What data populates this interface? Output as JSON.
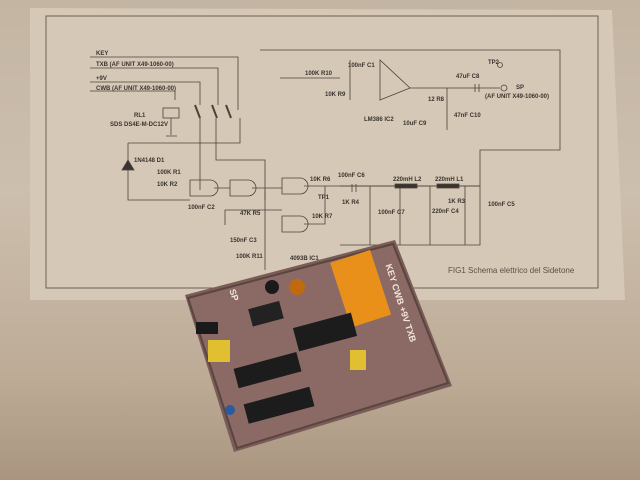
{
  "schematic": {
    "inputs": [
      "KEY",
      "TXB  (AF UNIT X49-1060-00)",
      "+9V",
      "CWB  (AF UNIT X49-1060-00)"
    ],
    "relay": {
      "ref": "RL1",
      "part": "SDS DS4E-M-DC12V"
    },
    "labels": {
      "d1": "1N4148 D1",
      "r1": "100K R1",
      "r2": "10K R2",
      "c2": "100nF C2",
      "r5": "47K R5",
      "c3": "150nF C3",
      "r11": "100K R11",
      "ic1": "4093B IC1",
      "r6": "10K R6",
      "r7": "10K R7",
      "tp1": "TP1",
      "c6": "100nF C6",
      "r4": "1K R4",
      "c7": "100nF C7",
      "l2": "220mH L2",
      "c4": "220nF C4",
      "l1": "220mH L1",
      "r3": "1K R3",
      "c5": "100nF C5",
      "r10": "100K R10",
      "r9": "10K R9",
      "c1": "100nF C1",
      "ic2": "LM386 IC2",
      "c9": "10uF C9",
      "r8": "12 R8",
      "c10": "47nF C10",
      "c8": "47uF C8",
      "tp2": "TP2",
      "sp": "SP",
      "sp_note": "(AF UNIT X49-1060-00)"
    },
    "caption": "FIG1 Schema elettrico del Sidetone"
  },
  "pcb": {
    "connector_labels": "KEY  CWB  +9V  TXB",
    "sp_label": "SP"
  }
}
